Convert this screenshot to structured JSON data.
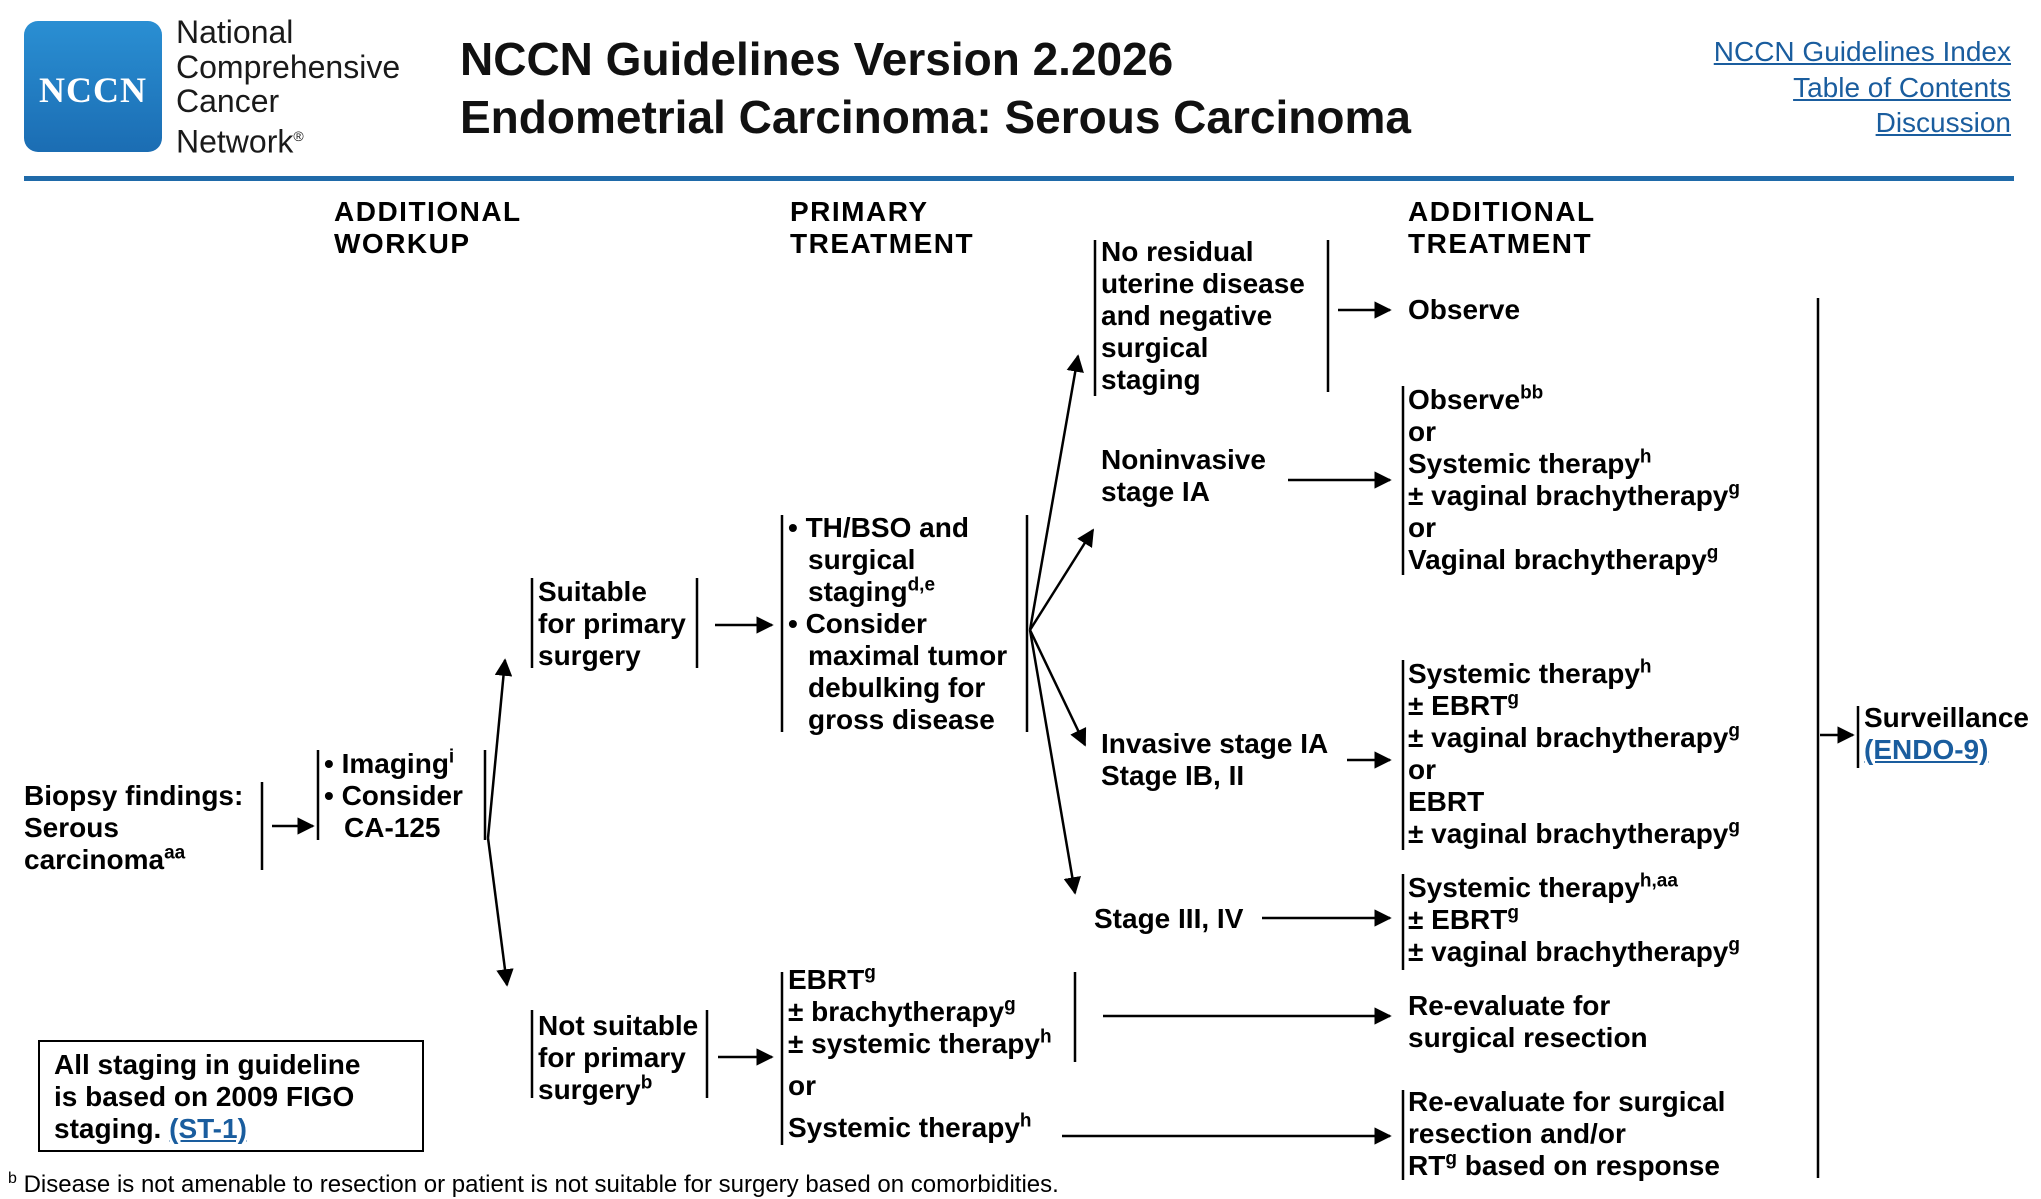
{
  "header": {
    "logo_text": "NCCN",
    "org_lines": [
      "National",
      "Comprehensive",
      "Cancer",
      "Network"
    ],
    "org_mark": "®",
    "title_line1": "NCCN Guidelines Version 2.2026",
    "title_line2": "Endometrial Carcinoma: Serous Carcinoma",
    "links": [
      "NCCN Guidelines Index",
      "Table of Contents",
      "Discussion"
    ]
  },
  "columns": {
    "additional_workup": [
      "ADDITIONAL",
      "WORKUP"
    ],
    "primary_treatment": [
      "PRIMARY",
      "TREATMENT"
    ],
    "additional_treatment": [
      "ADDITIONAL",
      "TREATMENT"
    ]
  },
  "biopsy": {
    "lines": [
      "Biopsy findings:",
      "Serous",
      "carcinoma"
    ],
    "sup": "aa"
  },
  "workup": {
    "l1": "• Imaging",
    "l1_sup": "i",
    "l2": "• Consider",
    "l3": "CA-125"
  },
  "suitable": [
    "Suitable",
    "for primary",
    "surgery"
  ],
  "not_suitable": {
    "lines": [
      "Not suitable",
      "for primary",
      "surgery"
    ],
    "sup": "b"
  },
  "primary_surgery": {
    "l1": "• TH/BSO and",
    "l2": "surgical",
    "l3": "staging",
    "l3_sup": "d,e",
    "l4": "• Consider",
    "l5": "maximal tumor",
    "l6": "debulking for",
    "l7": "gross disease"
  },
  "nonsurgical": {
    "l1": "EBRT",
    "l1_sup": "g",
    "l2": "± brachytherapy",
    "l2_sup": "g",
    "l3": "± systemic therapy",
    "l3_sup": "h",
    "l4": "or",
    "l5": "Systemic therapy",
    "l5_sup": "h"
  },
  "stages": {
    "no_residual": [
      "No residual",
      "uterine disease",
      "and negative",
      "surgical",
      "staging"
    ],
    "noninvasive": [
      "Noninvasive",
      "stage IA"
    ],
    "invasive": [
      "Invasive stage IA",
      "Stage IB, II"
    ],
    "advanced": "Stage III, IV"
  },
  "treatments": {
    "observe": "Observe",
    "noninvasive": {
      "l1": "Observe",
      "l1_sup": "bb",
      "l2": "or",
      "l3": "Systemic therapy",
      "l3_sup": "h",
      "l4": "± vaginal brachytherapy",
      "l4_sup": "g",
      "l5": "or",
      "l6": "Vaginal brachytherapy",
      "l6_sup": "g"
    },
    "invasive": {
      "l1": "Systemic therapy",
      "l1_sup": "h",
      "l2": "± EBRT",
      "l2_sup": "g",
      "l3": "± vaginal brachytherapy",
      "l3_sup": "g",
      "l4": "or",
      "l5": "EBRT",
      "l6": "± vaginal brachytherapy",
      "l6_sup": "g"
    },
    "advanced": {
      "l1": "Systemic therapy",
      "l1_sup": "h,aa",
      "l2": "± EBRT",
      "l2_sup": "g",
      "l3": "± vaginal brachytherapy",
      "l3_sup": "g"
    },
    "reeval1": [
      "Re-evaluate for",
      "surgical resection"
    ],
    "reeval2": {
      "l1": "Re-evaluate for surgical",
      "l2": "resection and/or",
      "l3": "RT",
      "l3_sup": "g",
      "l3_rest": " based on response"
    }
  },
  "surveillance": {
    "label": "Surveillance",
    "link": "(ENDO-9)"
  },
  "staging_note": {
    "l1": "All staging in guideline",
    "l2": "is based on 2009 FIGO",
    "l3": "staging. ",
    "link": "(ST-1)"
  },
  "footnote": {
    "marker": "b",
    "text": " Disease is not amenable to resection or patient is not suitable for surgery based on comorbidities."
  },
  "colors": {
    "brand_blue": "#1b6db3",
    "rule": "#1f6aa9",
    "link": "#1a5d9e"
  }
}
